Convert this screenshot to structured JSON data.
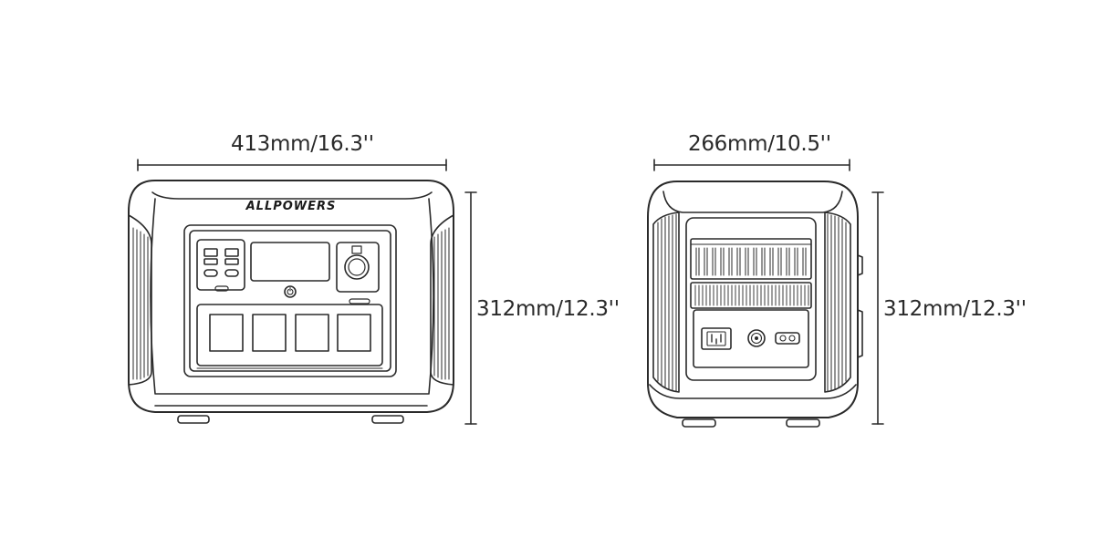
{
  "front": {
    "width_label": "413mm/16.3''",
    "height_label": "312mm/12.3''",
    "brand": "ALLPOWERS"
  },
  "side": {
    "width_label": "266mm/10.5''",
    "height_label": "312mm/12.3''"
  }
}
